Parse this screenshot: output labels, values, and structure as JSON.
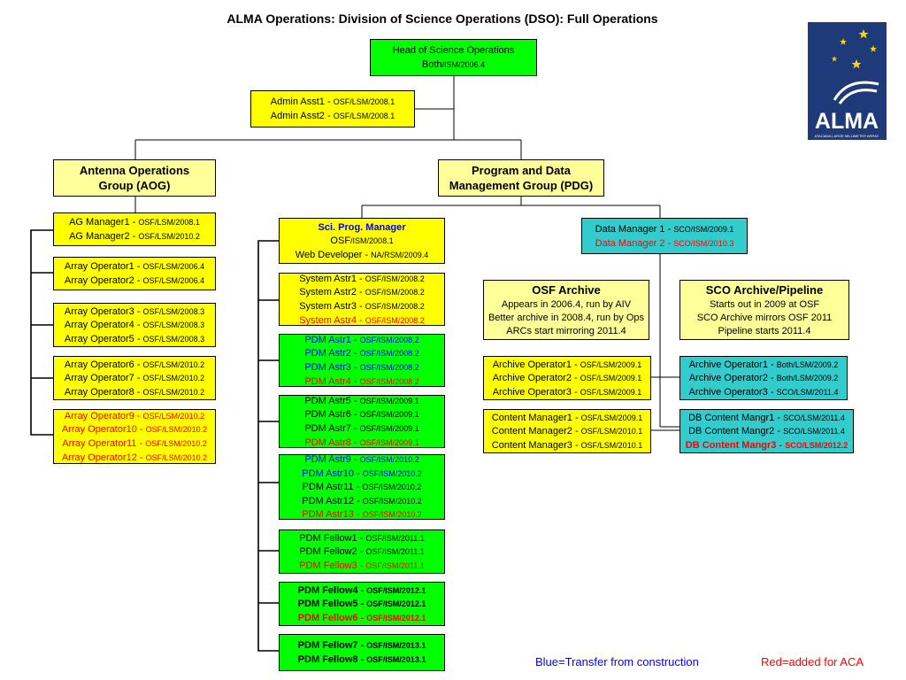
{
  "title": "ALMA Operations: Division of Science Operations (DSO): Full Operations",
  "logo": {
    "text": "ALMA",
    "subtext": "ATACAMA LARGE MILLIMETER ARRAY"
  },
  "legend": {
    "blue": "Blue=Transfer from construction",
    "red": "Red=added for ACA"
  },
  "colors": {
    "yellow": "#ffff00",
    "green": "#00ff00",
    "pale_yellow": "#ffff99",
    "cyan": "#33cccc",
    "blue_text": "#0000ff",
    "red_text": "#ff0000"
  },
  "boxes": [
    {
      "id": "head",
      "cls": "g",
      "lines": [
        [
          [
            "Head of Science Operations",
            "k",
            false,
            "l"
          ]
        ],
        [
          [
            "Both",
            "k",
            false,
            "l"
          ],
          [
            "/ISM/2006.4",
            "k",
            false,
            "s"
          ]
        ]
      ]
    },
    {
      "id": "admin",
      "cls": "y",
      "lines": [
        [
          [
            "Admin Asst1 - ",
            "k",
            false,
            "l"
          ],
          [
            "OSF/LSM/2008.1",
            "k",
            false,
            "s"
          ]
        ],
        [
          [
            "Admin Asst2 - ",
            "k",
            false,
            "l"
          ],
          [
            "OSF/LSM/2008.1",
            "k",
            false,
            "s"
          ]
        ]
      ]
    },
    {
      "id": "aog",
      "cls": "py",
      "header": true,
      "lines": [
        [
          [
            "Antenna Operations",
            "k",
            true,
            "l"
          ]
        ],
        [
          [
            "Group (AOG)",
            "k",
            true,
            "l"
          ]
        ]
      ]
    },
    {
      "id": "pdg",
      "cls": "py",
      "header": true,
      "lines": [
        [
          [
            "Program and Data",
            "k",
            true,
            "l"
          ]
        ],
        [
          [
            "Management Group (PDG)",
            "k",
            true,
            "l"
          ]
        ]
      ]
    },
    {
      "id": "agm",
      "cls": "y",
      "lines": [
        [
          [
            "AG Manager1 - ",
            "k",
            false,
            "l"
          ],
          [
            "OSF/LSM/2008.1",
            "k",
            false,
            "s"
          ]
        ],
        [
          [
            "AG Manager2 - ",
            "k",
            false,
            "l"
          ],
          [
            "OSF/LSM/2010.2",
            "k",
            false,
            "s"
          ]
        ]
      ]
    },
    {
      "id": "ao12",
      "cls": "y",
      "lines": [
        [
          [
            "Array Operator1 - ",
            "k",
            false,
            "l"
          ],
          [
            "OSF/LSM/2006.4",
            "k",
            false,
            "s"
          ]
        ],
        [
          [
            "Array Operator2 - ",
            "k",
            false,
            "l"
          ],
          [
            "OSF/LSM/2006.4",
            "k",
            false,
            "s"
          ]
        ]
      ]
    },
    {
      "id": "ao345",
      "cls": "y",
      "lines": [
        [
          [
            "Array Operator3 - ",
            "k",
            false,
            "l"
          ],
          [
            "OSF/LSM/2008.3",
            "k",
            false,
            "s"
          ]
        ],
        [
          [
            "Array Operator4 - ",
            "k",
            false,
            "l"
          ],
          [
            "OSF/LSM/2008.3",
            "k",
            false,
            "s"
          ]
        ],
        [
          [
            "Array Operator5 - ",
            "k",
            false,
            "l"
          ],
          [
            "OSF/LSM/2008.3",
            "k",
            false,
            "s"
          ]
        ]
      ]
    },
    {
      "id": "ao678",
      "cls": "y",
      "lines": [
        [
          [
            "Array Operator6 - ",
            "k",
            false,
            "l"
          ],
          [
            "OSF/LSM/2010.2",
            "k",
            false,
            "s"
          ]
        ],
        [
          [
            "Array Operator7 - ",
            "k",
            false,
            "l"
          ],
          [
            "OSF/LSM/2010.2",
            "k",
            false,
            "s"
          ]
        ],
        [
          [
            "Array Operator8 - ",
            "k",
            false,
            "l"
          ],
          [
            "OSF/LSM/2010.2",
            "k",
            false,
            "s"
          ]
        ]
      ]
    },
    {
      "id": "ao912",
      "cls": "y",
      "lines": [
        [
          [
            "Array Operator9 - ",
            "r",
            false,
            "l"
          ],
          [
            "OSF/LSM/2010.2",
            "r",
            false,
            "s"
          ]
        ],
        [
          [
            "Array Operator10 - ",
            "r",
            false,
            "l"
          ],
          [
            "OSF/LSM/2010.2",
            "r",
            false,
            "s"
          ]
        ],
        [
          [
            "Array Operator11 - ",
            "r",
            false,
            "l"
          ],
          [
            "OSF/LSM/2010.2",
            "r",
            false,
            "s"
          ]
        ],
        [
          [
            "Array Operator12 - ",
            "r",
            false,
            "l"
          ],
          [
            "OSF/LSM/2010.2",
            "r",
            false,
            "s"
          ]
        ]
      ]
    },
    {
      "id": "spm",
      "cls": "y",
      "lines": [
        [
          [
            "Sci. Prog. Manager",
            "b",
            true,
            "l"
          ]
        ],
        [
          [
            "OSF",
            "k",
            false,
            "l"
          ],
          [
            "/ISM/2008.1",
            "k",
            false,
            "s"
          ]
        ],
        [
          [
            "Web Developer - ",
            "k",
            false,
            "l"
          ],
          [
            "NA/RSM/2009.4",
            "k",
            false,
            "s"
          ]
        ]
      ]
    },
    {
      "id": "sa",
      "cls": "y",
      "lines": [
        [
          [
            "System Astr1 - ",
            "k",
            false,
            "l"
          ],
          [
            "OSF/ISM/2008.2",
            "k",
            false,
            "s"
          ]
        ],
        [
          [
            "System Astr2 - ",
            "k",
            false,
            "l"
          ],
          [
            "OSF/ISM/2008.2",
            "k",
            false,
            "s"
          ]
        ],
        [
          [
            "System Astr3 - ",
            "k",
            false,
            "l"
          ],
          [
            "OSF/ISM/2008.2",
            "k",
            false,
            "s"
          ]
        ],
        [
          [
            "System Astr4 - ",
            "r",
            false,
            "l"
          ],
          [
            "OSF/ISM/2008.2",
            "r",
            false,
            "s"
          ]
        ]
      ]
    },
    {
      "id": "pdm14",
      "cls": "g",
      "lines": [
        [
          [
            "PDM Astr1 - ",
            "b",
            false,
            "l"
          ],
          [
            "OSF/ISM/2008.2",
            "b",
            false,
            "s"
          ]
        ],
        [
          [
            "PDM Astr2 - ",
            "b",
            false,
            "l"
          ],
          [
            "OSF/ISM/2008.2",
            "b",
            false,
            "s"
          ]
        ],
        [
          [
            "PDM Astr3 - ",
            "b",
            false,
            "l"
          ],
          [
            "OSF/ISM/2008.2",
            "b",
            false,
            "s"
          ]
        ],
        [
          [
            "PDM Astr4 - ",
            "r",
            false,
            "l"
          ],
          [
            "OSF/ISM/2008.2",
            "r",
            false,
            "s"
          ]
        ]
      ]
    },
    {
      "id": "pdm58",
      "cls": "g",
      "lines": [
        [
          [
            "PDM Astr5 - ",
            "k",
            false,
            "l"
          ],
          [
            "OSF/ISM/2009.1",
            "k",
            false,
            "s"
          ]
        ],
        [
          [
            "PDM Astr6 - ",
            "k",
            false,
            "l"
          ],
          [
            "OSF/ISM/2009.1",
            "k",
            false,
            "s"
          ]
        ],
        [
          [
            "PDM Astr7 - ",
            "k",
            false,
            "l"
          ],
          [
            "OSF/ISM/2009.1",
            "k",
            false,
            "s"
          ]
        ],
        [
          [
            "PDM Astr8 - ",
            "r",
            false,
            "l"
          ],
          [
            "OSF/ISM/2009.1",
            "r",
            false,
            "s"
          ]
        ]
      ]
    },
    {
      "id": "pdm913",
      "cls": "g",
      "lines": [
        [
          [
            "PDM Astr9 - ",
            "b",
            false,
            "l"
          ],
          [
            "OSF/ISM/2010.2",
            "b",
            false,
            "s"
          ]
        ],
        [
          [
            "PDM Astr10 - ",
            "b",
            false,
            "l"
          ],
          [
            "OSF/ISM/2010.2",
            "b",
            false,
            "s"
          ]
        ],
        [
          [
            "PDM Astr11 - ",
            "k",
            false,
            "l"
          ],
          [
            "OSF/ISM/2010.2",
            "k",
            false,
            "s"
          ]
        ],
        [
          [
            "PDM Astr12 - ",
            "k",
            false,
            "l"
          ],
          [
            "OSF/ISM/2010.2",
            "k",
            false,
            "s"
          ]
        ],
        [
          [
            "PDM Astr13 - ",
            "r",
            false,
            "l"
          ],
          [
            "OSF/ISM/2010.2",
            "r",
            false,
            "s"
          ]
        ]
      ]
    },
    {
      "id": "pf13",
      "cls": "g",
      "lines": [
        [
          [
            "PDM Fellow1 - ",
            "k",
            false,
            "l"
          ],
          [
            "OSF/ISM/2011.1",
            "k",
            false,
            "s"
          ]
        ],
        [
          [
            "PDM Fellow2 - ",
            "k",
            false,
            "l"
          ],
          [
            "OSF/ISM/2011.1",
            "k",
            false,
            "s"
          ]
        ],
        [
          [
            "PDM Fellow3 - ",
            "r",
            false,
            "l"
          ],
          [
            "OSF/ISM/2011.1",
            "r",
            false,
            "s"
          ]
        ]
      ]
    },
    {
      "id": "pf46",
      "cls": "g",
      "lines": [
        [
          [
            "PDM Fellow4 - ",
            "k",
            true,
            "l"
          ],
          [
            "OSF/ISM/2012.1",
            "k",
            true,
            "s"
          ]
        ],
        [
          [
            "PDM Fellow5 - ",
            "k",
            true,
            "l"
          ],
          [
            "OSF/ISM/2012.1",
            "k",
            true,
            "s"
          ]
        ],
        [
          [
            "PDM Fellow6 - ",
            "r",
            true,
            "l"
          ],
          [
            "OSF/ISM/2012.1",
            "r",
            true,
            "s"
          ]
        ]
      ]
    },
    {
      "id": "pf78",
      "cls": "g",
      "lines": [
        [
          [
            "PDM Fellow7 - ",
            "k",
            true,
            "l"
          ],
          [
            "OSF/ISM/2013.1",
            "k",
            true,
            "s"
          ]
        ],
        [
          [
            "PDM Fellow8 - ",
            "k",
            true,
            "l"
          ],
          [
            "OSF/ISM/2013.1",
            "k",
            true,
            "s"
          ]
        ]
      ]
    },
    {
      "id": "dm",
      "cls": "c",
      "lines": [
        [
          [
            "Data Manager 1 - ",
            "k",
            false,
            "l"
          ],
          [
            "SCO/ISM/2009.1",
            "k",
            false,
            "s"
          ]
        ],
        [
          [
            "Data Manager 2 - ",
            "r",
            false,
            "l"
          ],
          [
            "SCO/ISM/2010.3",
            "r",
            false,
            "s"
          ]
        ]
      ]
    },
    {
      "id": "osfarch",
      "cls": "py",
      "header": true,
      "lines": [
        [
          [
            "OSF Archive",
            "k",
            true,
            "l"
          ]
        ],
        [
          [
            "Appears in 2006.4, run by AIV",
            "k",
            false,
            "l"
          ]
        ],
        [
          [
            "Better archive in 2008.4, run by Ops",
            "k",
            false,
            "l"
          ]
        ],
        [
          [
            "ARCs start mirroring 2011.4",
            "k",
            false,
            "l"
          ]
        ]
      ]
    },
    {
      "id": "scoarch",
      "cls": "py",
      "header": true,
      "lines": [
        [
          [
            "SCO Archive/Pipeline",
            "k",
            true,
            "l"
          ]
        ],
        [
          [
            "Starts out in 2009 at OSF",
            "k",
            false,
            "l"
          ]
        ],
        [
          [
            "SCO Archive mirrors OSF 2011",
            "k",
            false,
            "l"
          ]
        ],
        [
          [
            "Pipeline starts 2011.4",
            "k",
            false,
            "l"
          ]
        ]
      ]
    },
    {
      "id": "aop_osf",
      "cls": "y",
      "lines": [
        [
          [
            "Archive Operator1 - ",
            "k",
            false,
            "l"
          ],
          [
            "OSF/LSM/2009.1",
            "k",
            false,
            "s"
          ]
        ],
        [
          [
            "Archive Operator2 - ",
            "k",
            false,
            "l"
          ],
          [
            "OSF/LSM/2009.1",
            "k",
            false,
            "s"
          ]
        ],
        [
          [
            "Archive Operator3 - ",
            "k",
            false,
            "l"
          ],
          [
            "OSF/LSM/2009.1",
            "k",
            false,
            "s"
          ]
        ]
      ]
    },
    {
      "id": "aop_sco",
      "cls": "c",
      "lines": [
        [
          [
            "Archive Operator1 - ",
            "k",
            false,
            "l"
          ],
          [
            "Both/LSM/2009.2",
            "k",
            false,
            "s"
          ]
        ],
        [
          [
            "Archive Operator2 - ",
            "k",
            false,
            "l"
          ],
          [
            "Both/LSM/2009.2",
            "k",
            false,
            "s"
          ]
        ],
        [
          [
            "Archive Operator3 - ",
            "k",
            false,
            "l"
          ],
          [
            "SCO/LSM/2011.4",
            "k",
            false,
            "s"
          ]
        ]
      ]
    },
    {
      "id": "cm_osf",
      "cls": "y",
      "lines": [
        [
          [
            "Content Manager1 - ",
            "k",
            false,
            "l"
          ],
          [
            "OSF/LSM/2009.1",
            "k",
            false,
            "s"
          ]
        ],
        [
          [
            "Content Manager2 - ",
            "k",
            false,
            "l"
          ],
          [
            "OSF/LSM/2010.1",
            "k",
            false,
            "s"
          ]
        ],
        [
          [
            "Content Manager3 - ",
            "k",
            false,
            "l"
          ],
          [
            "OSF/LSM/2010.1",
            "k",
            false,
            "s"
          ]
        ]
      ]
    },
    {
      "id": "dbcm",
      "cls": "c",
      "lines": [
        [
          [
            "DB Content Mangr1 - ",
            "k",
            false,
            "l"
          ],
          [
            "SCO/LSM/2011.4",
            "k",
            false,
            "s"
          ]
        ],
        [
          [
            "DB Content Mangr2 - ",
            "k",
            false,
            "l"
          ],
          [
            "SCO/LSM/2011.4",
            "k",
            false,
            "s"
          ]
        ],
        [
          [
            "DB Content Mangr3 - ",
            "r",
            true,
            "l"
          ],
          [
            "SCO/LSM/2012.2",
            "r",
            true,
            "s"
          ]
        ]
      ]
    }
  ]
}
